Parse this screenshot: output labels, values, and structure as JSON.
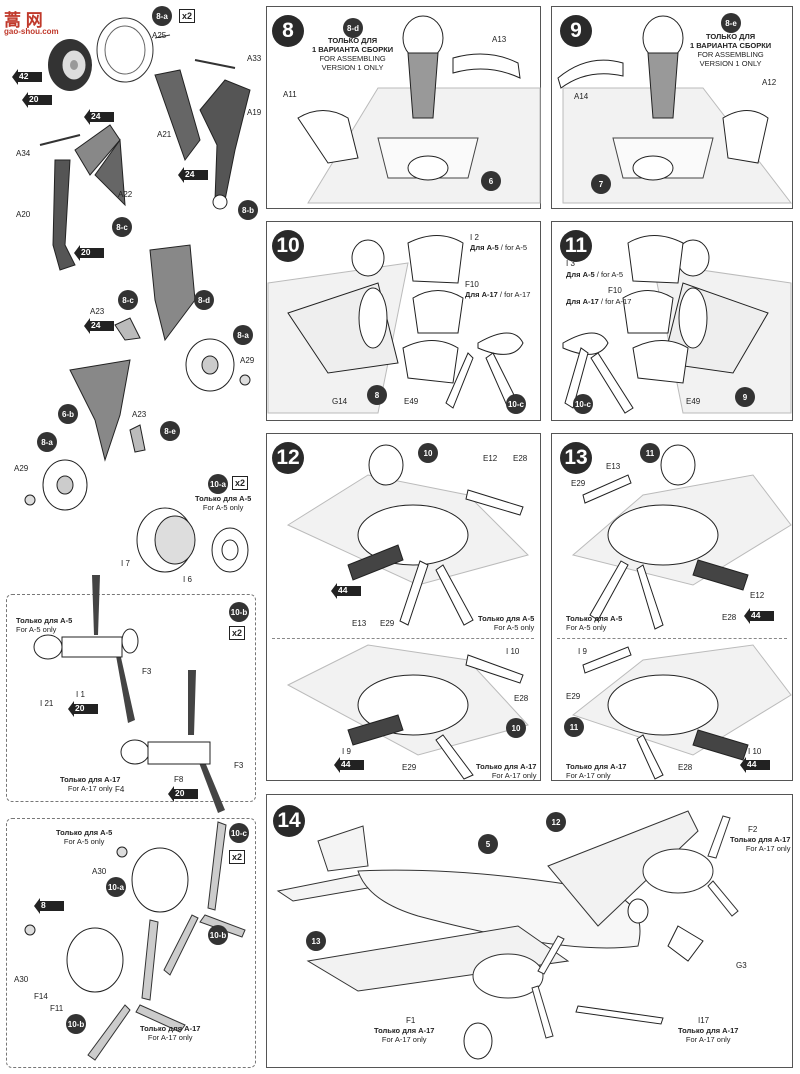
{
  "logo": {
    "text": "蒿 网",
    "sub": "gao-shou.com"
  },
  "multipliers": {
    "x2": "x2"
  },
  "parts": {
    "A25": "A25",
    "A33": "A33",
    "A21": "A21",
    "A19": "A19",
    "A34": "A34",
    "A22": "A22",
    "A20": "A20",
    "A23": "A23",
    "A29": "A29",
    "I7": "I 7",
    "I6": "I 6",
    "F3": "F3",
    "I21": "I 21",
    "I1": "I 1",
    "F4": "F4",
    "F8": "F8",
    "A30": "A30",
    "F14": "F14",
    "F11": "F11",
    "A13": "A13",
    "A11": "A11",
    "A14": "A14",
    "A12": "A12",
    "I2": "I 2",
    "F10": "F10",
    "E49": "E49",
    "G14": "G14",
    "I3": "I 3",
    "E12": "E12",
    "E28": "E28",
    "E13": "E13",
    "E29": "E29",
    "I10": "I 10",
    "I9": "I 9",
    "F2": "F2",
    "G3": "G3",
    "F1": "F1",
    "I17": "I17"
  },
  "subassemblies": {
    "s8a": "8-a",
    "s8b": "8-b",
    "s8c": "8-c",
    "s8d": "8-d",
    "s8e": "8-e",
    "s6b": "6-b",
    "s10a": "10-a",
    "s10b": "10-b",
    "s10c": "10-c"
  },
  "paints": {
    "p42": "42",
    "p20": "20",
    "p24": "24",
    "p44": "44",
    "p8": "8"
  },
  "steps": {
    "s8": "8",
    "s9": "9",
    "s10": "10",
    "s11": "11",
    "s12": "12",
    "s13": "13",
    "s14": "14"
  },
  "refs": {
    "r6": "6",
    "r7": "7",
    "r8": "8",
    "r9": "9",
    "r10": "10",
    "r11": "11",
    "r5": "5",
    "r12": "12",
    "r13": "13"
  },
  "notes": {
    "version_ru": "ТОЛЬКО ДЛЯ",
    "version_ru2": "1 ВАРИАНТА СБОРКИ",
    "version_en": "FOR ASSEMBLING",
    "version_en2": "VERSION 1 ONLY",
    "a5_ru": "Только для А-5",
    "a5_en": "For A-5 only",
    "a17_ru": "Только для А-17",
    "a17_en": "For A-17 only",
    "for_a5_ru": "Для А-5",
    "for_a5_en": "for A-5",
    "for_a17_ru": "Для А-17",
    "for_a17_en": "for A-17",
    "slash": "/"
  },
  "colors": {
    "panel_border": "#555555",
    "badge": "#333333",
    "logo": "#c0392b"
  }
}
